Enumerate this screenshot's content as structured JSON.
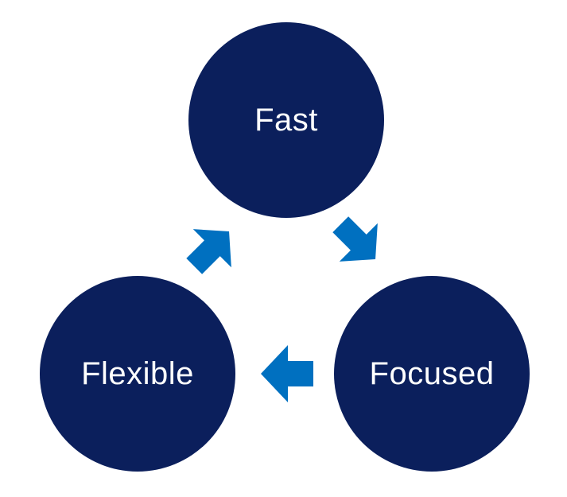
{
  "colors": {
    "node_fill": "#0b1f5c",
    "arrow_fill": "#0070c0",
    "node_text": "#ffffff"
  },
  "nodes": {
    "fast": {
      "label": "Fast"
    },
    "focused": {
      "label": "Focused"
    },
    "flexible": {
      "label": "Flexible"
    }
  },
  "edges": [
    {
      "from": "fast",
      "to": "focused"
    },
    {
      "from": "focused",
      "to": "flexible"
    },
    {
      "from": "flexible",
      "to": "fast"
    }
  ]
}
